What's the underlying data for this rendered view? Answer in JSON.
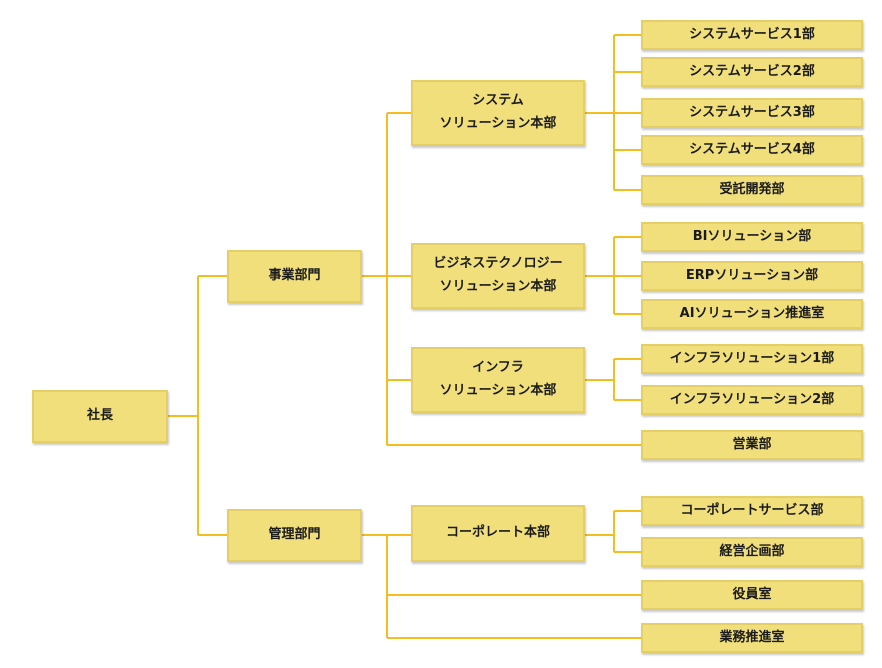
{
  "colors": {
    "box_fill": "#f0df7b",
    "box_border": "#e3cf66",
    "connector": "#f5bd1f"
  },
  "org": {
    "ceo": "社長",
    "business_division": "事業部門",
    "admin_division": "管理部門",
    "system_hq": "システム\nソリューション本部",
    "bizt_hq": "ビジネステクノロジー\nソリューション本部",
    "infra_hq": "インフラ\nソリューション本部",
    "sales": "営業部",
    "corporate_hq": "コーポレート本部",
    "executive_office": "役員室",
    "business_promotion": "業務推進室",
    "system_depts": [
      "システムサービス1部",
      "システムサービス2部",
      "システムサービス3部",
      "システムサービス4部",
      "受託開発部"
    ],
    "bizt_depts": [
      "BIソリューション部",
      "ERPソリューション部",
      "AIソリューション推進室"
    ],
    "infra_depts": [
      "インフラソリューション1部",
      "インフラソリューション2部"
    ],
    "corporate_depts": [
      "コーポレートサービス部",
      "経営企画部"
    ]
  }
}
